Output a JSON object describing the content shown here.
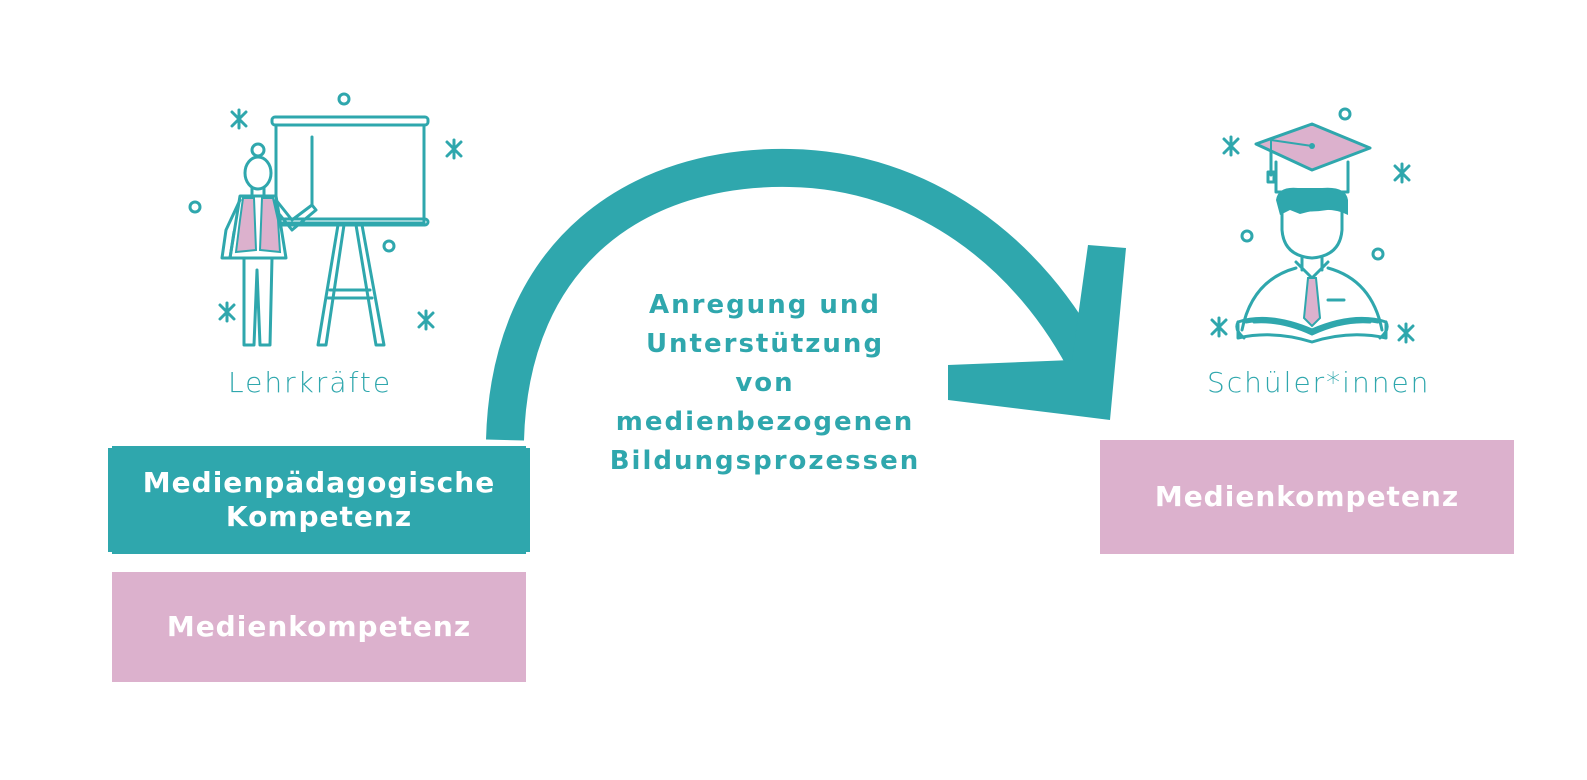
{
  "left": {
    "caption": "Lehrkräfte",
    "box_top": "Medienpädagogische Kompetenz",
    "box_bottom": "Medienkompetenz"
  },
  "right": {
    "caption": "Schüler*innen",
    "box": "Medienkompetenz"
  },
  "arrow_label": {
    "lines": [
      "Anregung und",
      "Unterstützung",
      "von",
      "medienbezogenen",
      "Bildungsprozessen"
    ]
  },
  "colors": {
    "teal": "#2fa7ad",
    "pink": "#dcb1cd",
    "background": "#ffffff"
  },
  "icons": [
    "teacher-whiteboard-icon",
    "graduate-student-icon",
    "curved-arrow-icon"
  ]
}
